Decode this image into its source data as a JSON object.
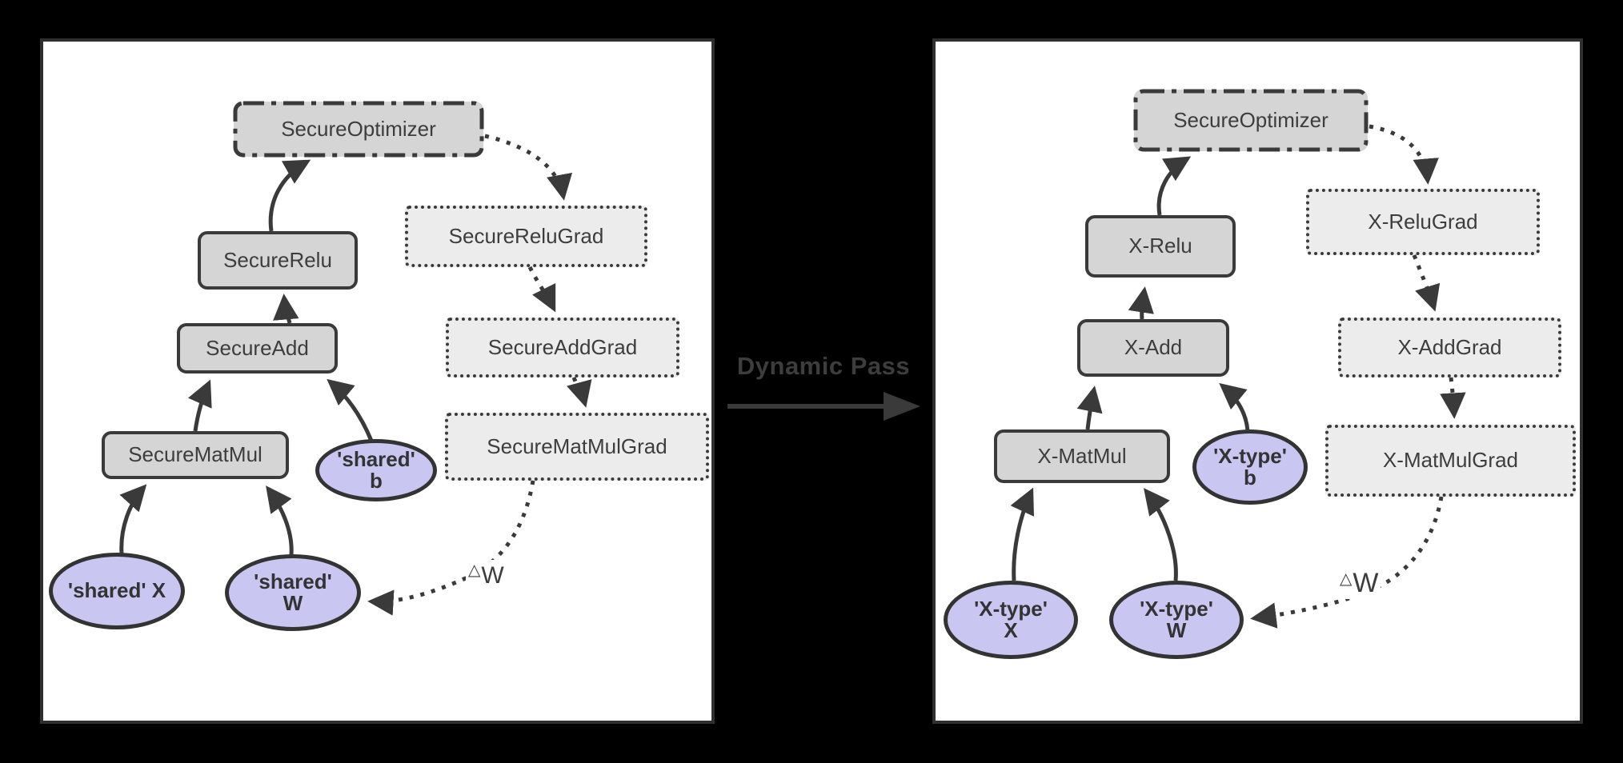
{
  "colors": {
    "background": "#000000",
    "panel_background": "#ffffff",
    "panel_border": "#2f2f2f",
    "op_node_fill": "#d5d5d5",
    "grad_node_fill": "#ececec",
    "variable_node_fill": "#c9c7f1",
    "edge_stroke": "#3a3a3a"
  },
  "transition": {
    "label": "Dynamic Pass"
  },
  "left_graph": {
    "optimizer": "SecureOptimizer",
    "relu": "SecureRelu",
    "add": "SecureAdd",
    "matmul": "SecureMatMul",
    "relu_grad": "SecureReluGrad",
    "add_grad": "SecureAddGrad",
    "matmul_grad": "SecureMatMulGrad",
    "var_x": "'shared' X",
    "var_w_line1": "'shared'",
    "var_w_line2": "W",
    "var_b_line1": "'shared'",
    "var_b_line2": "b",
    "delta_sup": "△",
    "delta_base": "W"
  },
  "right_graph": {
    "optimizer": "SecureOptimizer",
    "relu": "X-Relu",
    "add": "X-Add",
    "matmul": "X-MatMul",
    "relu_grad": "X-ReluGrad",
    "add_grad": "X-AddGrad",
    "matmul_grad": "X-MatMulGrad",
    "var_x_line1": "'X-type'",
    "var_x_line2": "X",
    "var_w_line1": "'X-type'",
    "var_w_line2": "W",
    "var_b_line1": "'X-type'",
    "var_b_line2": "b",
    "delta_sup": "△",
    "delta_base": "W"
  }
}
